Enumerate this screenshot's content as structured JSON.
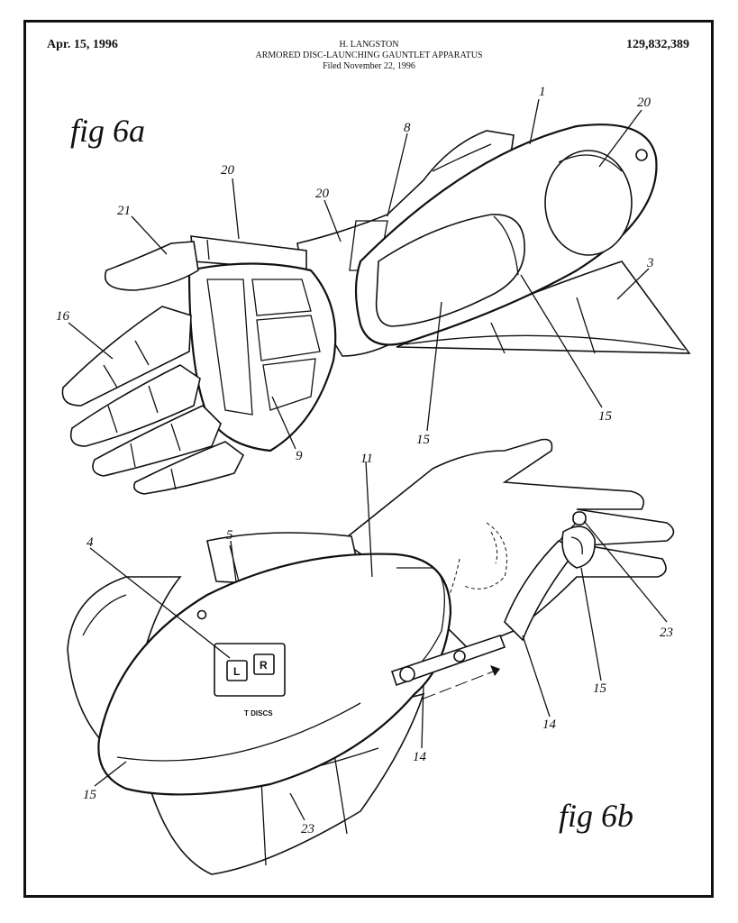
{
  "header": {
    "date": "Apr. 15, 1996",
    "patent_number": "129,832,389",
    "inventor": "H. LANGSTON",
    "title": "ARMORED DISC-LAUNCHING GAUNTLET APPARATUS",
    "filed": "Filed November 22, 1996"
  },
  "figures": {
    "fig_a": "fig 6a",
    "fig_b": "fig 6b"
  },
  "panel": {
    "left_button": "L",
    "right_button": "R",
    "caption": "T DISCS"
  },
  "labels_a": {
    "l1": "1",
    "l20_top": "20",
    "l8": "8",
    "l20_left": "20",
    "l20_mid": "20",
    "l21": "21",
    "l16": "16",
    "l3": "3",
    "l15_right": "15",
    "l15_mid": "15",
    "l9": "9"
  },
  "labels_b": {
    "l11": "11",
    "l4": "4",
    "l5": "5",
    "l23_right": "23",
    "l15_right": "15",
    "l14_right": "14",
    "l14_mid": "14",
    "l15_left": "15",
    "l23_bottom": "23"
  }
}
